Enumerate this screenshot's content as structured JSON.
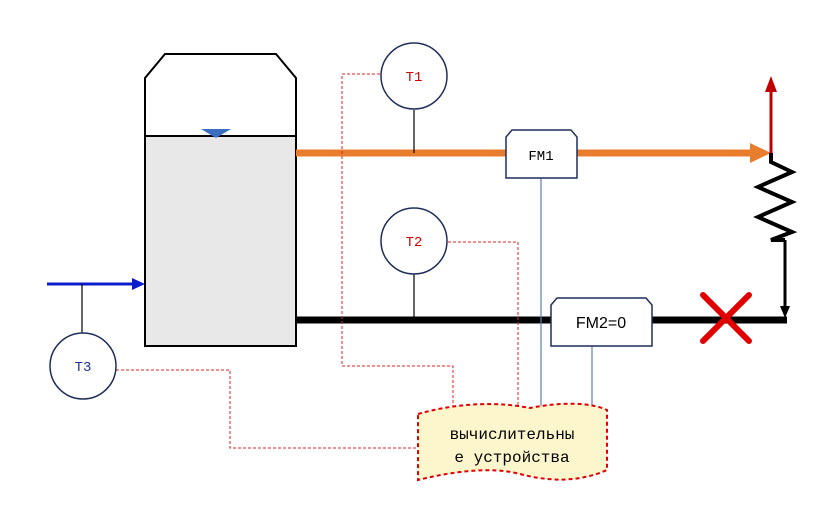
{
  "sensors": {
    "t1": {
      "label": "T1",
      "color": "#cc0000"
    },
    "t2": {
      "label": "T2",
      "color": "#cc0000"
    },
    "t3": {
      "label": "T3",
      "color": "#1f2f9a"
    }
  },
  "meters": {
    "fm1": {
      "label": "FM1"
    },
    "fm2": {
      "label": "FM2=0"
    }
  },
  "computer": {
    "line1": "вычислительны",
    "line2": "е устройства",
    "fill": "#fdf6cc",
    "border": "#e00000"
  },
  "colors": {
    "steam_line": "#e87d2e",
    "return_line": "#000000",
    "inlet_arrow": "#0a1ecc",
    "outlet_arrow": "#c00000",
    "signal_line": "#e02020",
    "meter_signal": "#5b7fb0",
    "blocked_mark": "#e00000",
    "vessel_fill": "#e8e8e8",
    "level_marker": "#3a6fc0"
  },
  "icons": {
    "blocked": "cross-icon",
    "level": "level-marker-icon"
  }
}
